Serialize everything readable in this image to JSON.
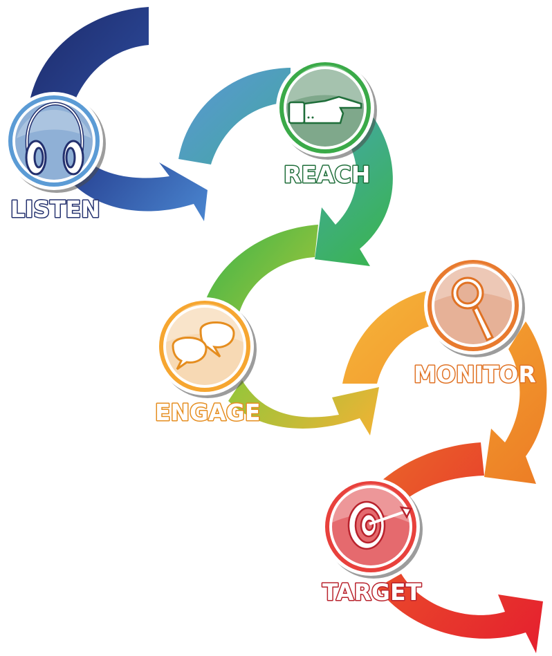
{
  "stages": [
    {
      "key": "listen",
      "label": "LISTEN",
      "icon": "headphones-icon",
      "color": "#5b9bd5",
      "text_outline": "#23306e"
    },
    {
      "key": "reach",
      "label": "REACH",
      "icon": "pointing-hand-icon",
      "color": "#3aaa48",
      "text_outline": "#1f6e3a"
    },
    {
      "key": "engage",
      "label": "ENGAGE",
      "icon": "speech-bubbles-icon",
      "color": "#f6a630",
      "text_outline": "#e58d1f"
    },
    {
      "key": "monitor",
      "label": "MONITOR",
      "icon": "magnifying-glass-icon",
      "color": "#e87a2e",
      "text_outline": "#e07224"
    },
    {
      "key": "target",
      "label": "TARGET",
      "icon": "target-dart-icon",
      "color": "#e8413c",
      "text_outline": "#b8222c"
    }
  ]
}
